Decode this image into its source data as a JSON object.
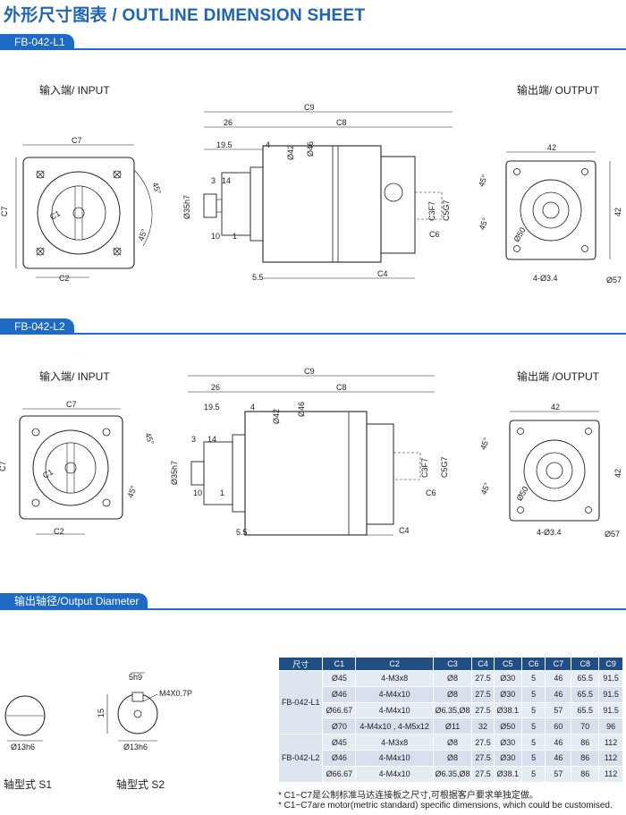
{
  "header": {
    "title": "外形尺寸图表 / OUTLINE DIMENSION SHEET"
  },
  "sections": {
    "l1": "FB-042-L1",
    "l2": "FB-042-L2",
    "output": "输出轴径/Output Diameter"
  },
  "labels": {
    "input_l1": "输入端/ INPUT",
    "output_l1": "输出端/ OUTPUT",
    "input_l2": "输入端/ INPUT",
    "output_l2": "输出端 /OUTPUT",
    "shaft_s1": "轴型式  S1",
    "shaft_s2": "轴型式  S2"
  },
  "dims": {
    "c7": "C7",
    "c1": "C1",
    "c2": "C2",
    "c9": "C9",
    "c8": "C8",
    "c4": "C4",
    "c3f7": "C3F7",
    "c5g7": "C5G7",
    "c6": "C6",
    "d26": "26",
    "d195": "19.5",
    "d4": "4",
    "d3": "3",
    "d14": "14",
    "d10": "10",
    "d1": "1",
    "d55": "5.5",
    "phi42": "Ø42",
    "phi46": "Ø46",
    "phi35": "Ø35h7",
    "deg45": "45°",
    "sq42": "42",
    "phi50": "Ø50",
    "holes": "4-Ø3.4",
    "phi57": "Ø57",
    "phi13": "Ø13h6",
    "key5": "5h9",
    "thread": "M4X0.7P",
    "d15": "15"
  },
  "table": {
    "headers": [
      "尺寸",
      "C1",
      "C2",
      "C3",
      "C4",
      "C5",
      "C6",
      "C7",
      "C8",
      "C9"
    ],
    "groups": [
      {
        "model": "FB-042-L1",
        "rows": [
          [
            "Ø45",
            "4-M3x8",
            "Ø8",
            "27.5",
            "Ø30",
            "5",
            "46",
            "65.5",
            "91.5"
          ],
          [
            "Ø46",
            "4-M4x10",
            "Ø8",
            "27.5",
            "Ø30",
            "5",
            "46",
            "65.5",
            "91.5"
          ],
          [
            "Ø66.67",
            "4-M4x10",
            "Ø6.35,Ø8",
            "27.5",
            "Ø38.1",
            "5",
            "57",
            "65.5",
            "91.5"
          ],
          [
            "Ø70",
            "4-M4x10 , 4-M5x12",
            "Ø11",
            "32",
            "Ø50",
            "5",
            "60",
            "70",
            "96"
          ]
        ]
      },
      {
        "model": "FB-042-L2",
        "rows": [
          [
            "Ø45",
            "4-M3x8",
            "Ø8",
            "27.5",
            "Ø30",
            "5",
            "46",
            "86",
            "112"
          ],
          [
            "Ø46",
            "4-M4x10",
            "Ø8",
            "27.5",
            "Ø30",
            "5",
            "46",
            "86",
            "112"
          ],
          [
            "Ø66.67",
            "4-M4x10",
            "Ø6.35,Ø8",
            "27.5",
            "Ø38.1",
            "5",
            "57",
            "86",
            "112"
          ]
        ]
      }
    ]
  },
  "notes": {
    "cn": "* C1~C7是公制标准马达连接板之尺寸,可根据客户要求单独定做。",
    "en": "* C1~C7are motor(metric standard)  specific dimensions, which could be customised."
  },
  "colors": {
    "accent": "#1e63b5",
    "section": "#1e6ac4",
    "table_header": "#1f4f86"
  }
}
